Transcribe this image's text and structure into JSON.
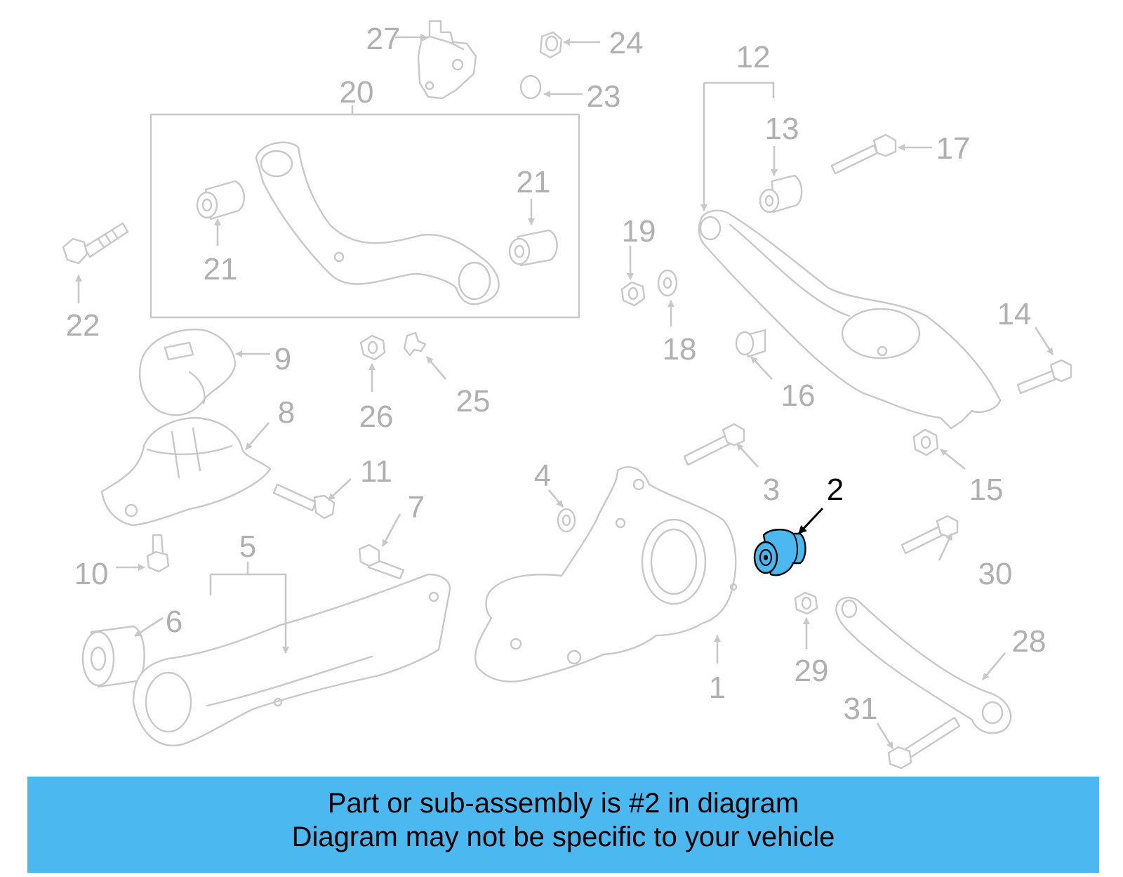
{
  "colors": {
    "part_outline": "#c8c8c8",
    "callout_text": "#b0b0b0",
    "highlight_fill": "#4bb8f0",
    "highlight_outline": "#000000",
    "banner_background": "#4bb8f0",
    "banner_text": "#000000"
  },
  "highlighted_part": "2",
  "callouts": {
    "c1": "1",
    "c2": "2",
    "c3": "3",
    "c4": "4",
    "c5": "5",
    "c6": "6",
    "c7": "7",
    "c8": "8",
    "c9": "9",
    "c10": "10",
    "c11": "11",
    "c12": "12",
    "c13": "13",
    "c14": "14",
    "c15": "15",
    "c16": "16",
    "c17": "17",
    "c18": "18",
    "c19": "19",
    "c20": "20",
    "c21a": "21",
    "c21b": "21",
    "c22": "22",
    "c23": "23",
    "c24": "24",
    "c25": "25",
    "c26": "26",
    "c27": "27",
    "c28": "28",
    "c29": "29",
    "c30": "30",
    "c31": "31"
  },
  "caption": {
    "line1": "Part or sub-assembly is #2 in diagram",
    "line2": "Diagram may not be specific to your vehicle"
  }
}
